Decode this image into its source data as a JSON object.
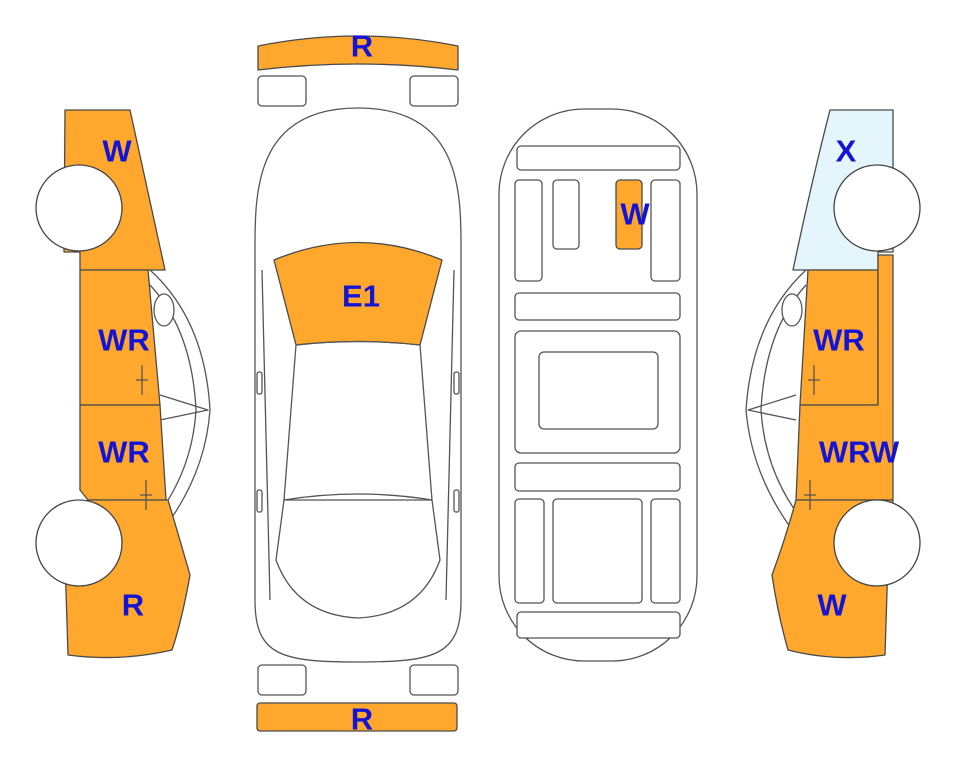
{
  "colors": {
    "damaged": "#ffa82d",
    "replaced": "#e4f6fb",
    "undamaged": "#ffffff",
    "label": "#1414d4",
    "outline": "#555555"
  },
  "labels": {
    "front_bumper": "R",
    "rear_bumper": "R",
    "hood": "E1",
    "roof_panel": "W",
    "left_front_fender": "W",
    "left_front_door": "WR",
    "left_rear_door": "WR",
    "left_rear_quarter": "R",
    "right_front_fender": "X",
    "right_front_door": "WR",
    "right_rear_door": "WRW",
    "right_rear_quarter": "W"
  }
}
